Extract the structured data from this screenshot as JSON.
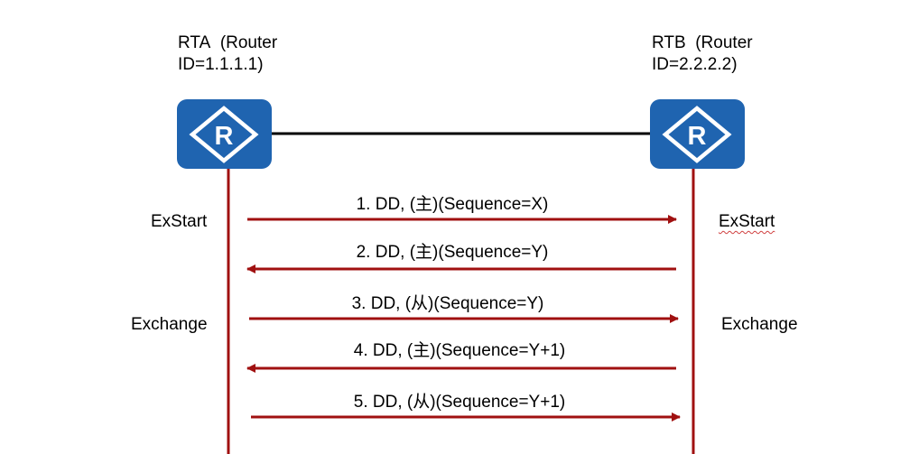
{
  "routers": [
    {
      "name": "RTA",
      "id_label": "(Router",
      "id_line2": "ID=1.1.1.1)",
      "icon": "router-icon"
    },
    {
      "name": "RTB",
      "id_label": "(Router",
      "id_line2": "ID=2.2.2.2)",
      "icon": "router-icon"
    }
  ],
  "states": {
    "left": [
      "ExStart",
      "Exchange"
    ],
    "right": [
      "ExStart",
      "Exchange"
    ]
  },
  "messages": [
    {
      "text": "1. DD, (主)(Sequence=X)",
      "direction": "right"
    },
    {
      "text": "2. DD, (主)(Sequence=Y)",
      "direction": "left"
    },
    {
      "text": "3. DD, (从)(Sequence=Y)",
      "direction": "right"
    },
    {
      "text": "4. DD, (主)(Sequence=Y+1)",
      "direction": "left"
    },
    {
      "text": "5. DD, (从)(Sequence=Y+1)",
      "direction": "right"
    }
  ],
  "colors": {
    "router_fill": "#1f64b0",
    "arrow": "#a01010",
    "link": "#000000"
  }
}
